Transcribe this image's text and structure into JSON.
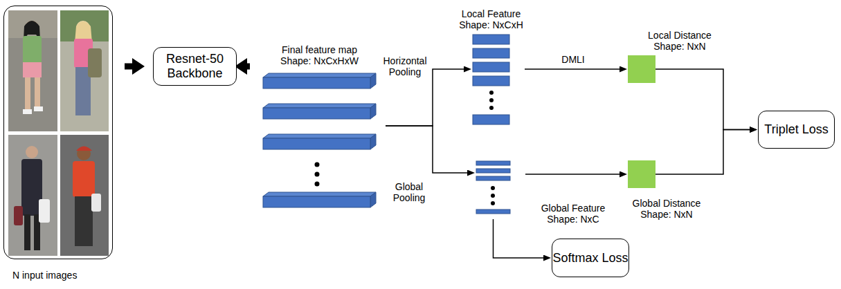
{
  "diagram": {
    "nodes": [
      {
        "text": [
          "N input images"
        ]
      },
      {
        "text": [
          "Resnet-50 Backbone"
        ]
      },
      {
        "text": [
          "Final feature map Shape: NxCxHxW"
        ]
      },
      {
        "text": [
          "Local Feature Shape: NxCxH"
        ]
      },
      {
        "text": [
          "Global Feature Shape: NxC"
        ]
      },
      {
        "text": [
          "Local Distance Shape: NxN"
        ]
      },
      {
        "text": [
          "Global Distance Shape: NxN"
        ]
      },
      {
        "text": [
          "Triplet Loss"
        ]
      },
      {
        "text": [
          "Softmax Loss"
        ]
      }
    ],
    "edges": [
      {
        "from": 0,
        "to": 1,
        "arrow": "to"
      },
      {
        "from": 1,
        "to": 2,
        "arrow": "to"
      },
      {
        "from": 2,
        "to": 3,
        "label": "Horizontal Pooling",
        "arrow": "to"
      },
      {
        "from": 2,
        "to": 4,
        "label": "Global Pooling",
        "arrow": "to"
      },
      {
        "from": 3,
        "to": 5,
        "label": "DMLI",
        "arrow": "to"
      },
      {
        "from": 4,
        "to": 6,
        "arrow": "to"
      },
      {
        "from": 5,
        "to": 7,
        "arrow": "to"
      },
      {
        "from": 6,
        "to": 7,
        "arrow": "to"
      },
      {
        "from": 4,
        "to": 8,
        "arrow": "to"
      }
    ]
  }
}
